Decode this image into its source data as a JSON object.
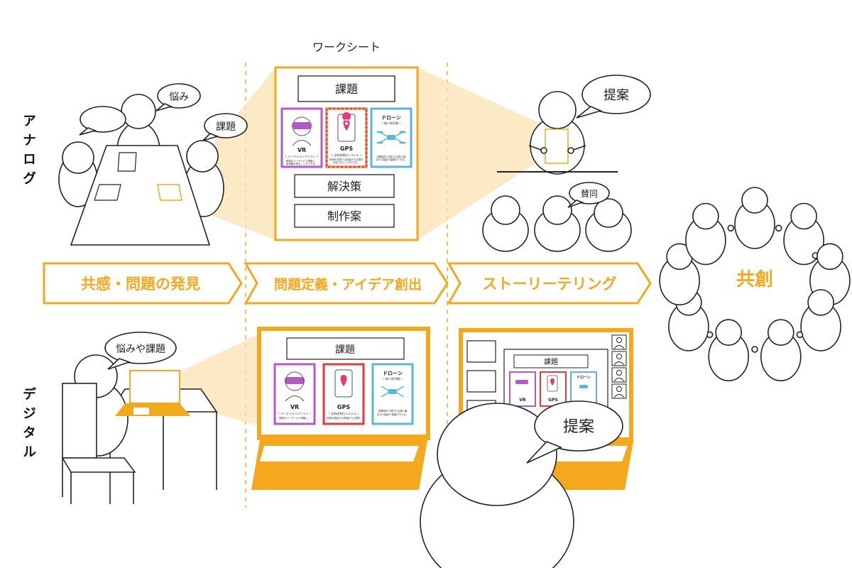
{
  "colors": {
    "accent": "#f3a81d",
    "accent_light": "#fbe3b4",
    "purple": "#b15ac6",
    "red": "#e23a3a",
    "yellow": "#e8e81e",
    "blue": "#5ab4dc"
  },
  "rows": {
    "analog": "アナログ",
    "digital": "デジタル"
  },
  "worksheet_label": "ワークシート",
  "worksheet": {
    "issue": "課題",
    "solution": "解決策",
    "production": "制作案"
  },
  "cards": [
    {
      "title": "VR",
      "subtitle": "( バーチャルリアリティ )",
      "text1": "現実をバーチャルで体験し、",
      "text2": "新体験を得ることができる。"
    },
    {
      "title": "GPS",
      "subtitle": "( 全地球測位システム )",
      "text1": "地球を周回する衛星から位置を",
      "text2": "特定することができる。"
    },
    {
      "title": "ドローン",
      "subtitle": "( 無人航空機 )",
      "text1": "遠隔操作で飛行する無人機",
      "text2": "空から撮影や運搬ができる。"
    }
  ],
  "bubbles": {
    "worry": "悩み",
    "issue": "課題",
    "proposal": "提案",
    "agree": "賛同",
    "worry_issue": "悩みや課題",
    "proposal_digital": "提案"
  },
  "process": [
    "共感・問題の発見",
    "問題定義・アイデア創出",
    "ストーリーテリング"
  ],
  "cocreation": "共創",
  "digital_screen": {
    "issue": "課題"
  },
  "icons": [
    "person-icon",
    "drone-icon",
    "gps-pin-icon",
    "vr-headset-icon",
    "laptop-icon",
    "chair-icon"
  ]
}
